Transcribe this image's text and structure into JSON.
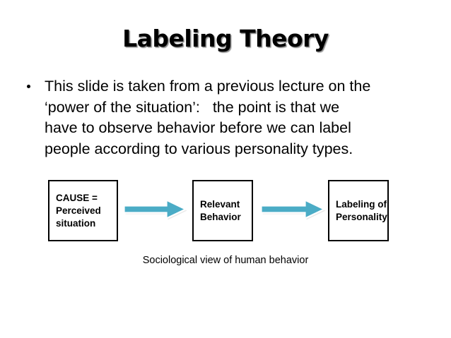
{
  "slide": {
    "title": "Labeling Theory",
    "background_color": "#FFFFFF",
    "text_color": "#000000"
  },
  "body": {
    "bullet_glyph": "•",
    "lines": [
      "This slide is taken from a previous lecture on the",
      "‘power of the situation’:   the point is that we",
      "have to observe behavior before we can label",
      "people according to various personality types."
    ]
  },
  "diagram": {
    "caption": "Sociological view of human behavior",
    "arrow_color": "#4BACC6",
    "arrow_outline_color": "#FFFFFF",
    "box_border_color": "#000000",
    "boxes": [
      {
        "id": "cause",
        "label": "CAUSE =\nPerceived\nsituation"
      },
      {
        "id": "relevant",
        "label": "Relevant\nBehavior"
      },
      {
        "id": "labeling",
        "label": "Labeling of\nPersonality"
      }
    ],
    "arrows": [
      {
        "id": "arrow-1",
        "from": "cause",
        "to": "relevant"
      },
      {
        "id": "arrow-2",
        "from": "relevant",
        "to": "labeling"
      }
    ]
  }
}
